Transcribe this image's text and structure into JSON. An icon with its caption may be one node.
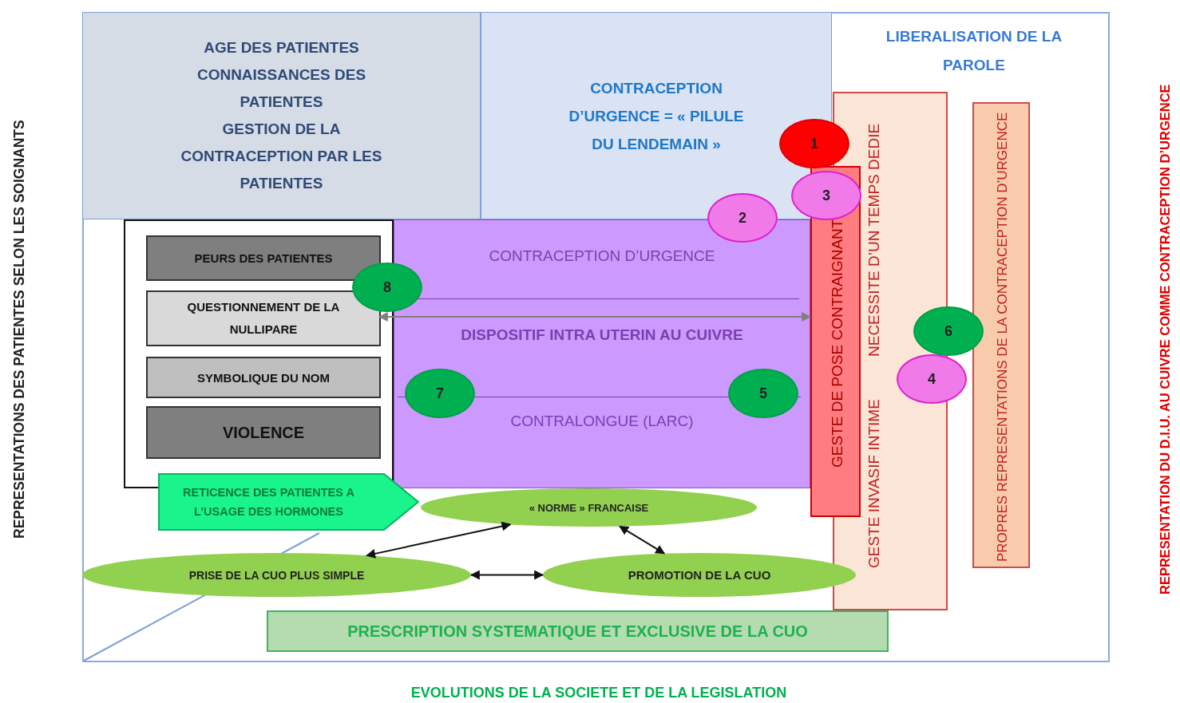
{
  "diagram": {
    "nodes": [
      {
        "text": [
          "AGE DES PATIENTES",
          "CONNAISSANCES DES PATIENTES",
          "GESTION DE LA CONTRACEPTION PAR LES PATIENTES"
        ]
      },
      {
        "text": [
          "CONTRACEPTION D’URGENCE = « PILULE DU LENDEMAIN »"
        ]
      },
      {
        "text": [],
        "shape": "box"
      },
      {
        "text": [
          "PEURS DES PATIENTES"
        ],
        "in": 2
      },
      {
        "text": [
          "QUESTIONNEMENT DE LA NULLIPARE"
        ],
        "in": 2
      },
      {
        "text": [
          "SYMBOLIQUE DU NOM"
        ],
        "in": 2
      },
      {
        "text": [
          "VIOLENCE"
        ],
        "in": 2
      },
      {
        "text": [
          "CONTRACEPTION D’URGENCE",
          "DISPOSITIF INTRA UTERIN AU CUIVRE",
          "CONTRALONGUE (LARC)"
        ]
      },
      {
        "text": [
          "GESTE INVASIF INTIME",
          "NECESSITE D’UN TEMPS DEDIE"
        ]
      },
      {
        "text": [
          "GESTE DE POSE CONTRAIGNANT"
        ]
      },
      {
        "text": [
          "PROPRES REPRESENTATIONS DE LA CONTRACEPTION D’URGENCE"
        ]
      },
      {
        "text": [
          "RETICENCE DES PATIENTES A L’USAGE DES HORMONES"
        ]
      },
      {
        "text": [
          "« NORME » FRANCAISE"
        ]
      },
      {
        "text": [
          "PRISE DE LA CUO PLUS SIMPLE"
        ]
      },
      {
        "text": [
          "PROMOTION DE LA CUO"
        ]
      },
      {
        "text": [
          "PRESCRIPTION SYSTEMATIQUE ET EXCLUSIVE DE LA CUO"
        ]
      },
      {
        "text": [
          "1"
        ]
      },
      {
        "text": [
          "3"
        ]
      },
      {
        "text": [
          "2"
        ]
      },
      {
        "text": [
          "8"
        ]
      },
      {
        "text": [
          "6"
        ]
      },
      {
        "text": [
          "4"
        ]
      },
      {
        "text": [
          "7"
        ],
        "in": 7
      },
      {
        "text": [
          "5"
        ],
        "in": 7
      }
    ],
    "edges": [
      {
        "from": 4,
        "to": 9,
        "arrow": "both",
        "color": "#7f7f7f"
      },
      {
        "from": 13,
        "to": 12,
        "arrow": "both"
      },
      {
        "from": 12,
        "to": 14,
        "arrow": "both"
      },
      {
        "from": 13,
        "to": 14,
        "arrow": "both"
      }
    ],
    "labels": [
      "LIBERALISATION DE LA PAROLE",
      "REPRESENTATIONS DES PATIENTES SELON LES SOIGNANTS",
      "REPRESENTATION DU D.I.U. AU CUIVRE COMME CONTRACEPTION D’URGENCE",
      "EVOLUTIONS DE LA SOCIETE ET DE LA LEGISLATION"
    ]
  }
}
